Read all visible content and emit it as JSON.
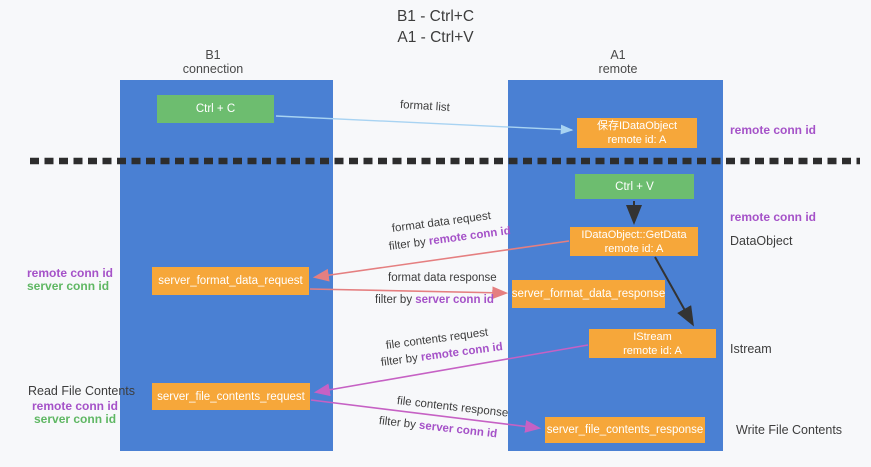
{
  "title": {
    "line1": "B1 - Ctrl+C",
    "line2": "A1 - Ctrl+V"
  },
  "lanes": {
    "left": {
      "name": "B1",
      "role": "connection"
    },
    "right": {
      "name": "A1",
      "role": "remote"
    }
  },
  "nodes": {
    "ctrl_c": {
      "label": "Ctrl + C"
    },
    "ctrl_v": {
      "label": "Ctrl + V"
    },
    "save_dataobject": {
      "line1": "保存IDataObject",
      "line2": "remote id: A"
    },
    "getdata": {
      "line1": "IDataObject::GetData",
      "line2": "remote id: A"
    },
    "format_request": {
      "label": "server_format_data_request"
    },
    "format_response": {
      "label": "server_format_data_response"
    },
    "istream": {
      "line1": "IStream",
      "line2": "remote id: A"
    },
    "file_request": {
      "label": "server_file_contents_request"
    },
    "file_response": {
      "label": "server_file_contents_response"
    }
  },
  "edges": {
    "format_list": "format list",
    "format_data_request": "format data request",
    "format_data_response": "format data response",
    "file_contents_request": "file contents request",
    "file_contents_response": "file contents response",
    "filter_request_1": {
      "prefix": "filter by ",
      "id": "remote conn id"
    },
    "filter_response_1": {
      "prefix": "filter by ",
      "id": "server conn id"
    },
    "filter_request_2": {
      "prefix": "filter by ",
      "id": "remote conn id"
    },
    "filter_response_2": {
      "prefix": "filter by ",
      "id": "server conn id"
    }
  },
  "annotations": {
    "right_remote_1": "remote conn id",
    "right_remote_2": "remote conn id",
    "right_dataobject": "DataObject",
    "right_istream": "Istream",
    "right_write_file": "Write File Contents",
    "left_remote_1": "remote conn id",
    "left_server_1": "server conn id",
    "left_read_file": "Read File Contents",
    "left_remote_2": "remote conn id",
    "left_server_2": "server conn id"
  },
  "colors": {
    "lane_blue": "#4a80d3",
    "node_green": "#6dbd6f",
    "node_orange": "#f6a73a",
    "arrow_salmon": "#e57f80",
    "arrow_magenta": "#c661c4",
    "arrow_lightblue": "#a8d3f2",
    "arrow_black": "#333333",
    "text_purple": "#a552c8",
    "text_green": "#5fb763"
  }
}
